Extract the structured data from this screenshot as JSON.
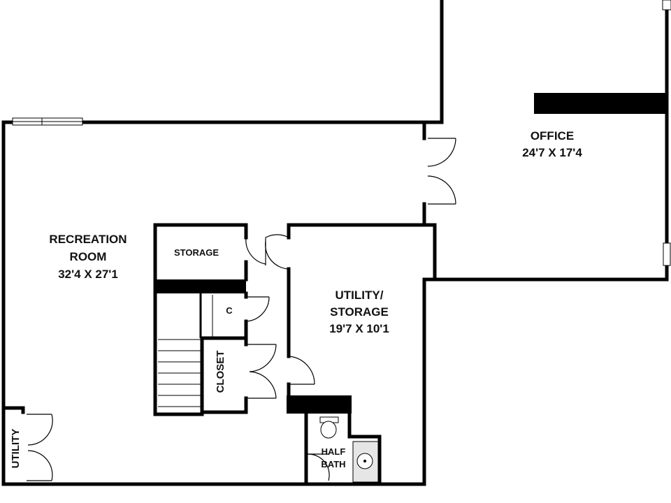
{
  "rooms": {
    "recreation": {
      "line1": "RECREATION",
      "line2": "ROOM",
      "dims": "32'4 X 27'1"
    },
    "office": {
      "name": "OFFICE",
      "dims": "24'7 X 17'4"
    },
    "utility_storage": {
      "line1": "UTILITY/",
      "line2": "STORAGE",
      "dims": "19'7 X 10'1"
    },
    "storage": {
      "name": "STORAGE"
    },
    "closet_small": {
      "name": "C"
    },
    "closet": {
      "name": "CLOSET"
    },
    "utility": {
      "name": "UTILITY"
    },
    "half_bath": {
      "line1": "HALF",
      "line2": "BATH"
    }
  },
  "colors": {
    "wall": "#000000",
    "background": "#ffffff",
    "sink": "#e6e6e6"
  }
}
